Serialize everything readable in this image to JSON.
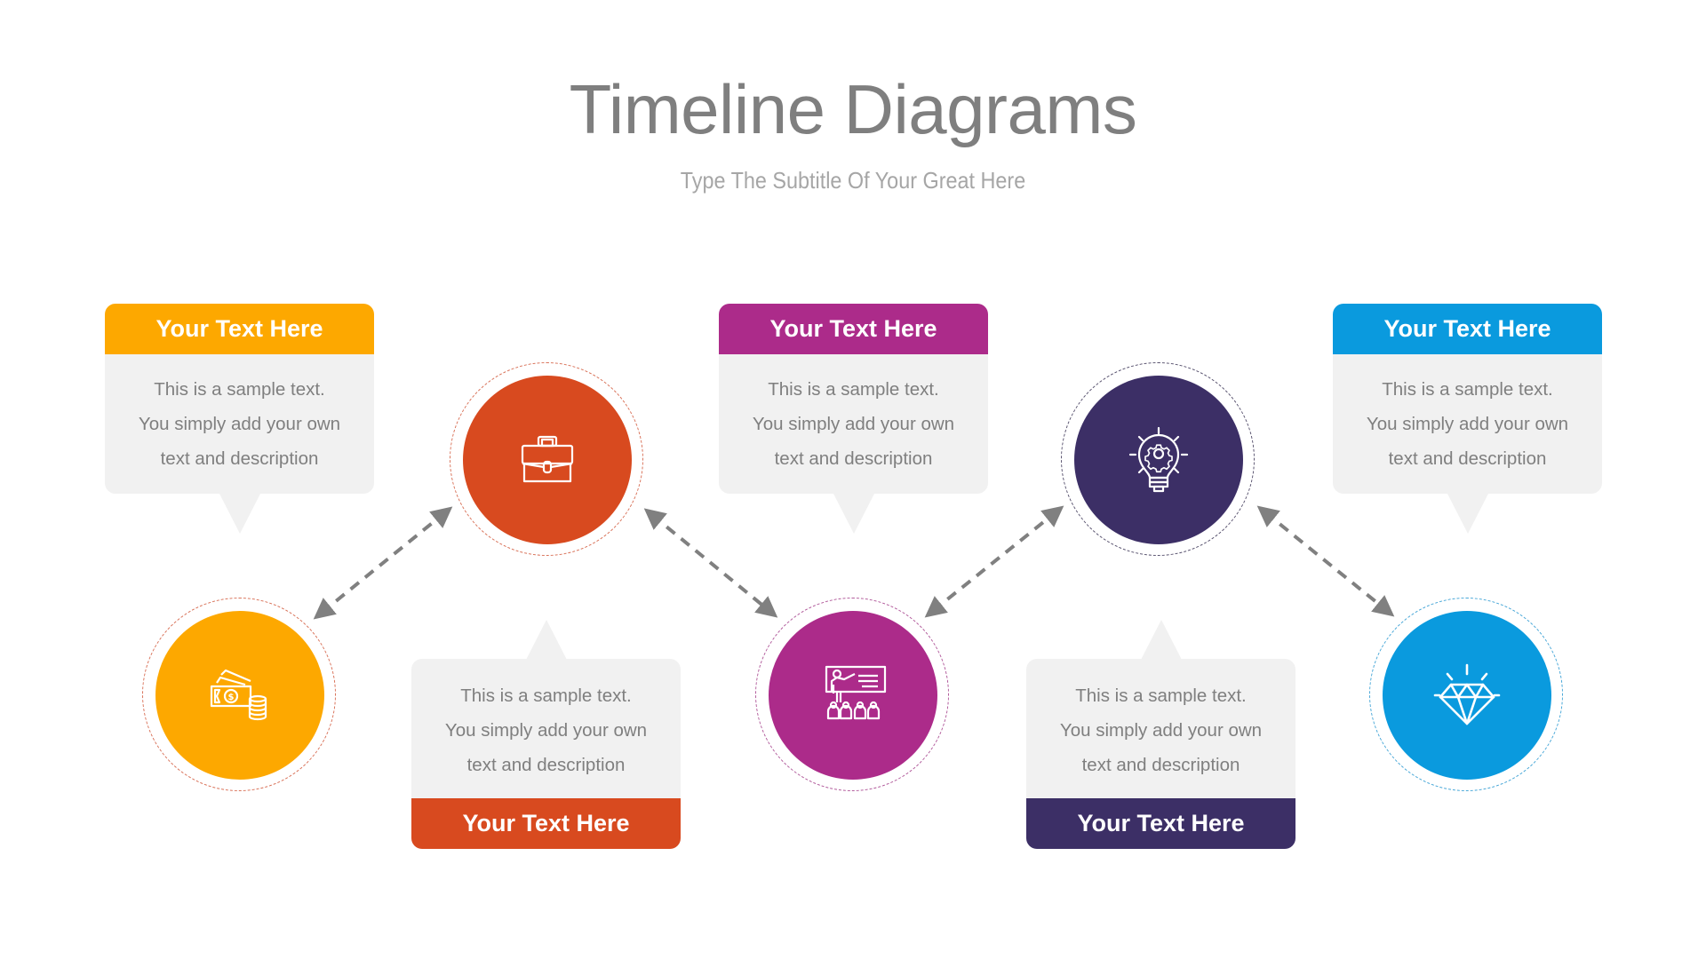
{
  "header": {
    "title": "Timeline Diagrams",
    "subtitle": "Type The Subtitle Of Your Great Here"
  },
  "colors": {
    "step1": "#fda800",
    "step2": "#d84a1f",
    "step3": "#ac2b8a",
    "step4": "#3c2f66",
    "step5": "#0a9ade",
    "card_body": "#f1f1f1",
    "body_text": "#7f7f7f",
    "arrow": "#808080"
  },
  "steps": [
    {
      "position": "top",
      "heading": "Your Text Here",
      "lines": [
        "This is a sample text.",
        "You simply add your own",
        "text and description"
      ],
      "icon": "money-coins-icon"
    },
    {
      "position": "bottom",
      "heading": "Your Text Here",
      "lines": [
        "This is a sample text.",
        "You simply add your own",
        "text and description"
      ],
      "icon": "briefcase-icon"
    },
    {
      "position": "top",
      "heading": "Your Text Here",
      "lines": [
        "This is a sample text.",
        "You simply add your own",
        "text and description"
      ],
      "icon": "presentation-audience-icon"
    },
    {
      "position": "bottom",
      "heading": "Your Text Here",
      "lines": [
        "This is a sample text.",
        "You simply add your own",
        "text and description"
      ],
      "icon": "lightbulb-gear-icon"
    },
    {
      "position": "top",
      "heading": "Your Text Here",
      "lines": [
        "This is a sample text.",
        "You simply add your own",
        "text and description"
      ],
      "icon": "diamond-icon"
    }
  ]
}
